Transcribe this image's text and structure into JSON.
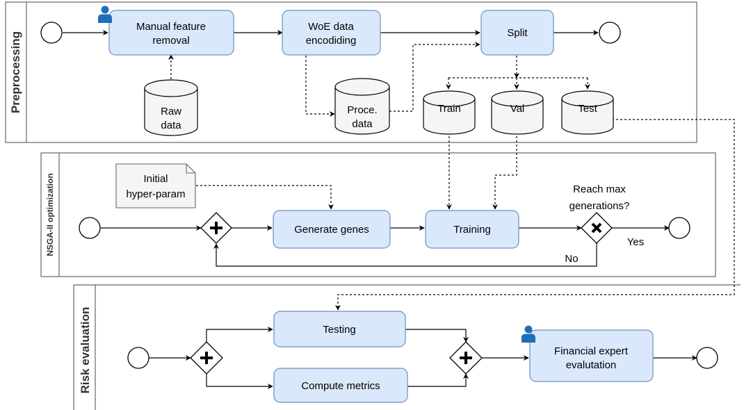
{
  "lanes": {
    "preprocessing": "Preprocessing",
    "nsga": "NSGA-II optimization",
    "risk": "Risk evaluation"
  },
  "tasks": {
    "manual_feature_removal": [
      "Manual feature",
      "removal"
    ],
    "woe_encoding": [
      "WoE data",
      "encodiding"
    ],
    "split": [
      "Split"
    ],
    "generate_genes": [
      "Generate genes"
    ],
    "training": [
      "Training"
    ],
    "testing": [
      "Testing"
    ],
    "compute_metrics": [
      "Compute metrics"
    ],
    "financial_expert": [
      "Financial expert",
      "evalutation"
    ]
  },
  "data_stores": {
    "raw_data": [
      "Raw",
      "data"
    ],
    "processed_data": [
      "Proce.",
      "data"
    ],
    "train": [
      "Train"
    ],
    "val": [
      "Val"
    ],
    "test": [
      "Test"
    ]
  },
  "note": {
    "initial_hyper_param": [
      "Initial",
      "hyper-param"
    ]
  },
  "labels": {
    "reach_max": [
      "Reach max",
      "generations?"
    ],
    "yes": "Yes",
    "no": "No"
  },
  "colors": {
    "task_fill": "#dae8fc",
    "task_stroke": "#6c8ebf",
    "datastore_fill": "#f5f5f5",
    "user_icon": "#1f6fb6"
  },
  "icons": {
    "manual_feature_removal": "user-icon",
    "financial_expert": "user-icon"
  }
}
